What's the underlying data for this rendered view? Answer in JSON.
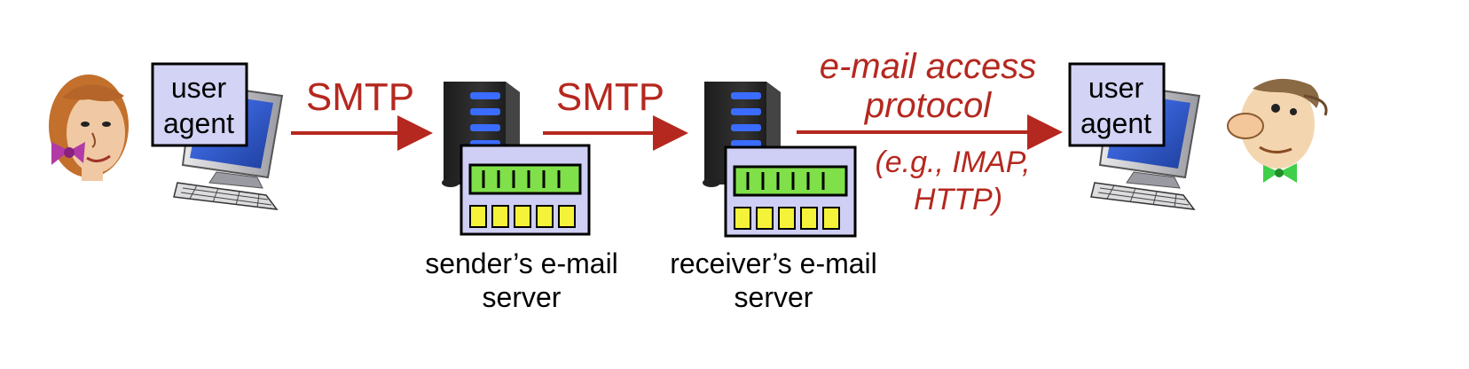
{
  "sender_user_agent": {
    "line1": "user",
    "line2": "agent"
  },
  "receiver_user_agent": {
    "line1": "user",
    "line2": "agent"
  },
  "arrows": {
    "smtp_1": "SMTP",
    "smtp_2": "SMTP",
    "access_line1": "e-mail access",
    "access_line2": "protocol",
    "example_line1": "(e.g., IMAP,",
    "example_line2": "HTTP)"
  },
  "sender_server": {
    "line1": "sender’s e-mail",
    "line2": "server"
  },
  "receiver_server": {
    "line1": "receiver’s e-mail",
    "line2": "server"
  },
  "colors": {
    "protocol_red": "#b5281f",
    "monitor_screen": "#2d55c8",
    "mailbox_bg": "#cfcff5",
    "mailbox_top": "#7fe04a",
    "mailbox_slot": "#f5f23a"
  },
  "icons": [
    "woman-user-icon",
    "computer-icon",
    "mail-server-icon",
    "mailbox-icon",
    "man-user-icon",
    "arrow-icon"
  ]
}
